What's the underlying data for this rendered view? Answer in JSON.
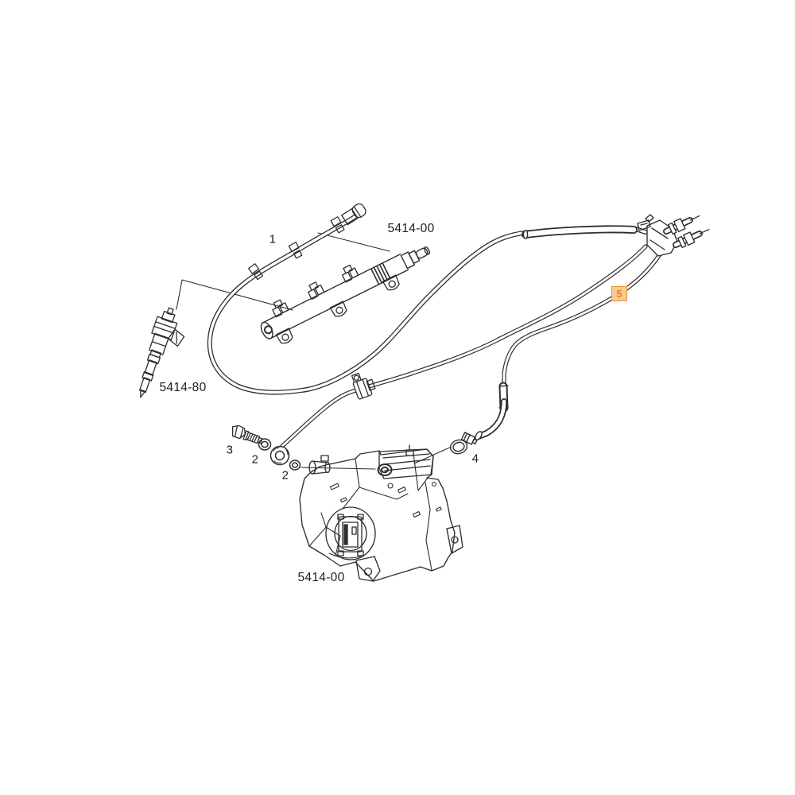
{
  "diagram": {
    "kind": "exploded-parts-diagram",
    "subject": "diesel fuel injection: rail, injector, high-pressure pump, pipes and hoses",
    "labels": {
      "pipe_1": "1",
      "rail_code": "5414-00",
      "injector_code": "5414-80",
      "bolt_3": "3",
      "washer_2a": "2",
      "washer_2b": "2",
      "clamp_4": "4",
      "pump_code": "5414-00",
      "highlight_5": "5"
    },
    "colors": {
      "line": "#2e2e2e",
      "label_text": "#1d1d1d",
      "background": "#ffffff",
      "highlight_bg": "#f8ca8e",
      "highlight_border": "#e2953f",
      "highlight_text": "#e0862b"
    }
  }
}
